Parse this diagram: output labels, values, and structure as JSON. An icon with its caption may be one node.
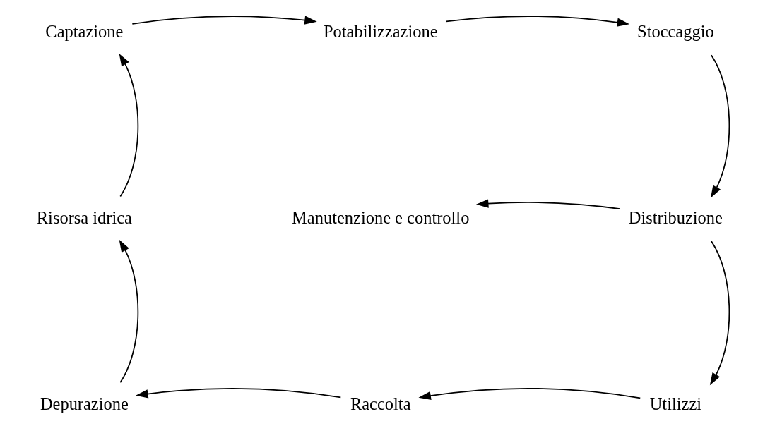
{
  "diagram": {
    "nodes": [
      {
        "text": [
          "Captazione"
        ]
      },
      {
        "text": [
          "Potabilizzazione"
        ]
      },
      {
        "text": [
          "Stoccaggio"
        ]
      },
      {
        "text": [
          "Risorsa idrica"
        ]
      },
      {
        "text": [
          "Manutenzione e controllo"
        ]
      },
      {
        "text": [
          "Distribuzione"
        ]
      },
      {
        "text": [
          "Depurazione"
        ]
      },
      {
        "text": [
          "Raccolta"
        ]
      },
      {
        "text": [
          "Utilizzi"
        ]
      }
    ],
    "edges": [
      {
        "from": 0,
        "to": 1,
        "arrow": "to"
      },
      {
        "from": 1,
        "to": 2,
        "arrow": "to"
      },
      {
        "from": 2,
        "to": 5,
        "arrow": "to"
      },
      {
        "from": 5,
        "to": 4,
        "arrow": "to"
      },
      {
        "from": 5,
        "to": 8,
        "arrow": "to"
      },
      {
        "from": 8,
        "to": 7,
        "arrow": "to"
      },
      {
        "from": 7,
        "to": 6,
        "arrow": "to"
      },
      {
        "from": 6,
        "to": 3,
        "arrow": "to"
      },
      {
        "from": 3,
        "to": 0,
        "arrow": "to"
      }
    ]
  }
}
